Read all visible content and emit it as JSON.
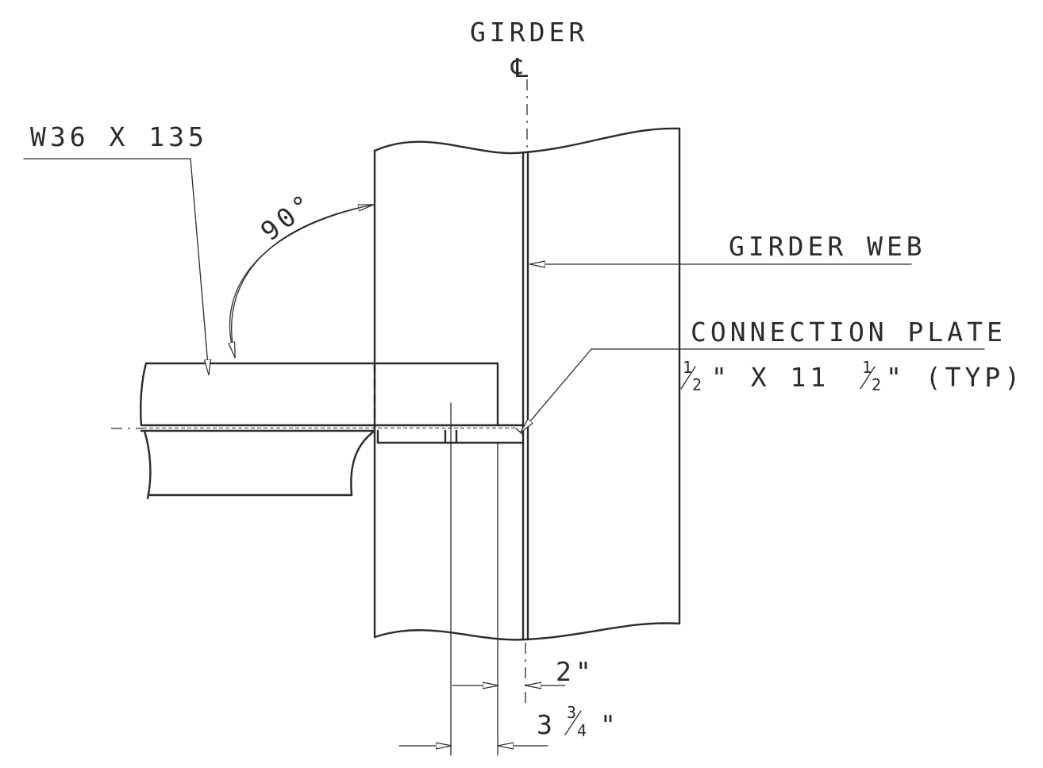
{
  "labels": {
    "girder": "GIRDER",
    "girder_cl": "℄",
    "beam_section": "W36 X 135",
    "angle": "90°",
    "girder_web": "GIRDER WEB",
    "connection_plate_title": "CONNECTION PLATE",
    "plate_half_num": "1",
    "plate_half_den": "2",
    "plate_times": "\" X 11",
    "plate_half2_num": "1",
    "plate_half2_den": "2",
    "plate_typ": "\" (TYP)",
    "dim_2in": "2\"",
    "dim_3_whole": "3",
    "dim_3_num": "3",
    "dim_3_den": "4",
    "dim_3_inch": "\""
  }
}
